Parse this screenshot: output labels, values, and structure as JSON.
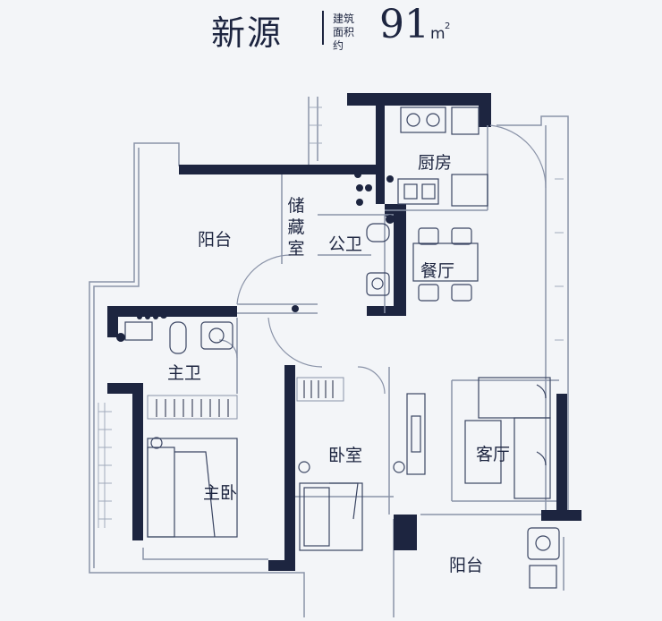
{
  "header": {
    "title": "新源",
    "area_label_line1": "建筑",
    "area_label_line2": "面积约",
    "area_value": "91",
    "area_unit": "m",
    "area_unit_sup": "2"
  },
  "rooms": {
    "kitchen": "厨房",
    "balcony_top": "阳台",
    "storage_1": "储",
    "storage_2": "藏",
    "storage_3": "室",
    "public_bath": "公卫",
    "dining": "餐厅",
    "master_bath": "主卫",
    "bedroom": "卧室",
    "living": "客厅",
    "master_bedroom": "主卧",
    "balcony_bottom": "阳台"
  },
  "colors": {
    "wall": "#1d2540",
    "line": "#8a93a8",
    "background": "#f3f5f8"
  }
}
